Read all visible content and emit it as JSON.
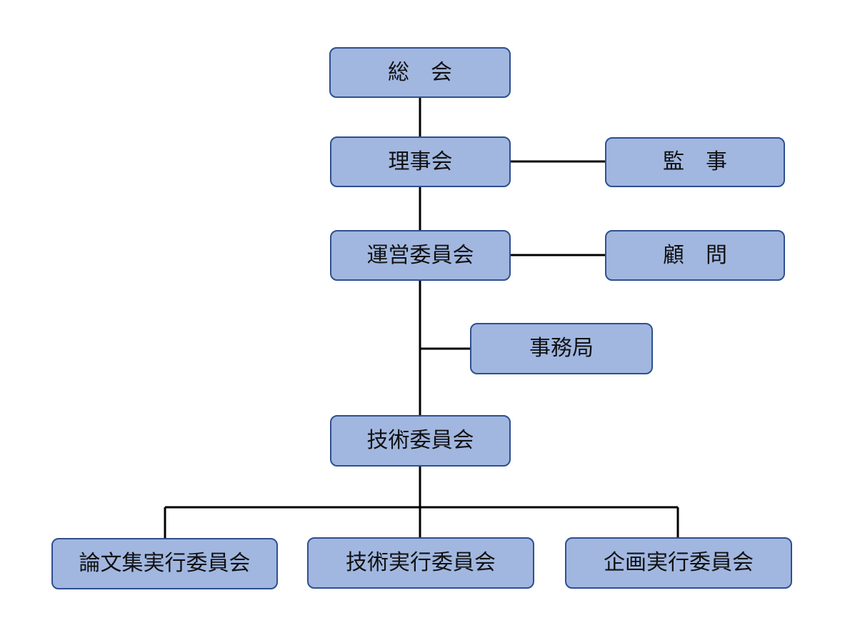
{
  "diagram": {
    "colors": {
      "node_fill": "#a1b7e0",
      "node_border": "#2f4f8f",
      "line": "#000000",
      "text": "#111111"
    },
    "nodes": {
      "general_assembly": "総　会",
      "board_of_directors": "理事会",
      "auditor": "監　事",
      "steering_committee": "運営委員会",
      "advisor": "顧　問",
      "secretariat": "事務局",
      "technical_committee": "技術委員会",
      "proceedings_committee": "論文集実行委員会",
      "technical_exec_committee": "技術実行委員会",
      "planning_committee": "企画実行委員会"
    }
  }
}
